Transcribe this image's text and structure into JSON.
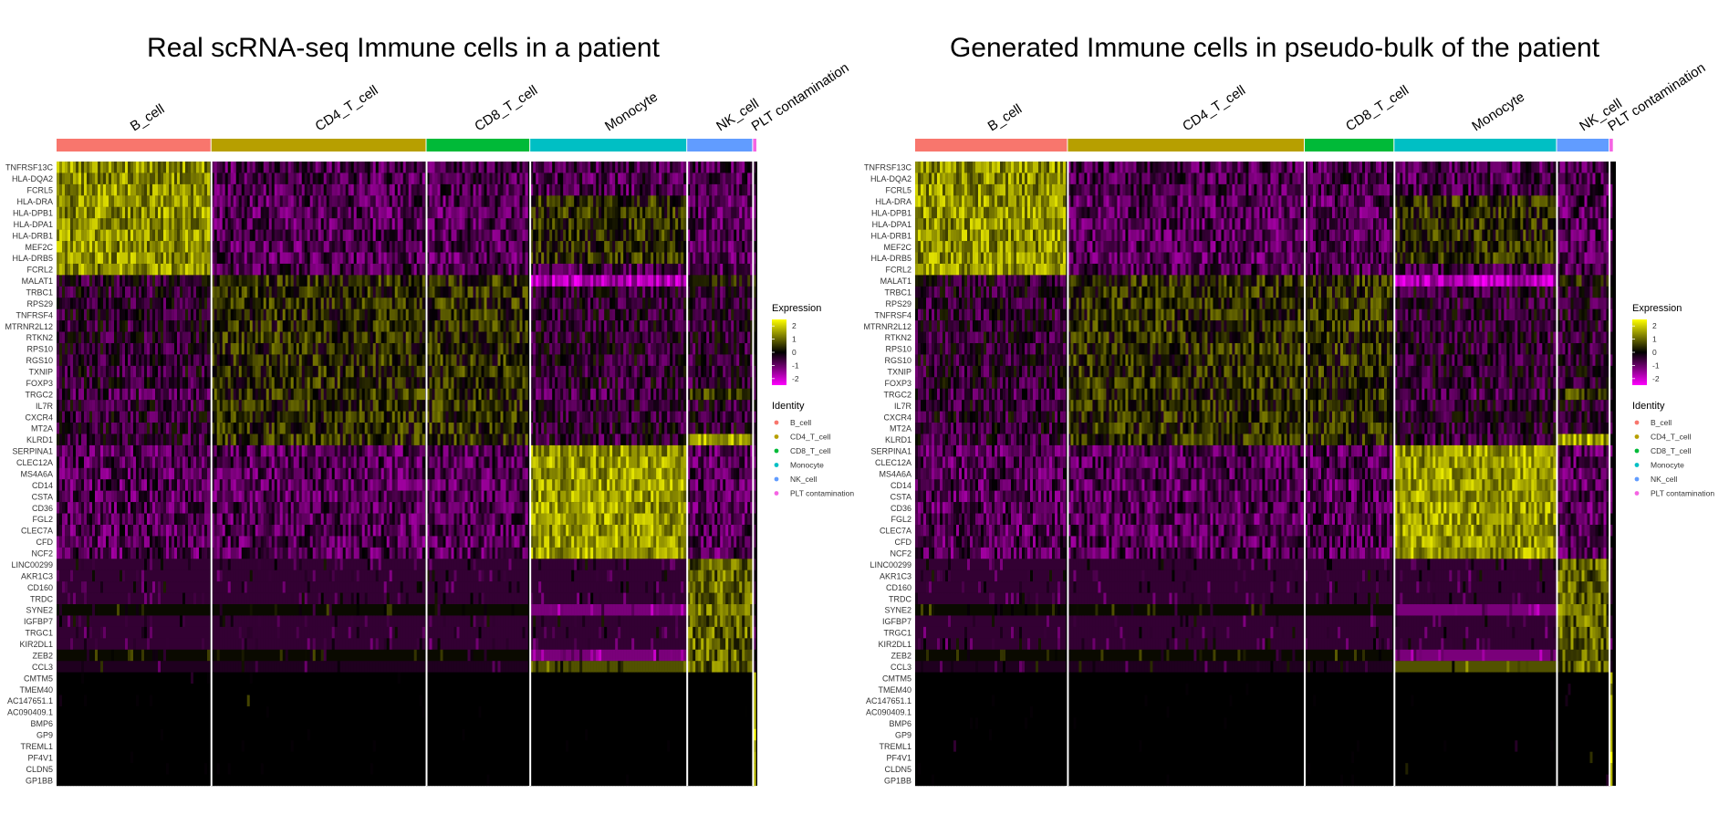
{
  "colors": {
    "low": "#FF00FF",
    "mid": "#000000",
    "high": "#FFFF00",
    "identities": {
      "B_cell": "#F8766D",
      "CD4_T_cell": "#B79F00",
      "CD8_T_cell": "#00BA38",
      "Monocyte": "#00BFC4",
      "NK_cell": "#619CFF",
      "PLT contamination": "#F564E3"
    }
  },
  "chart_data": [
    {
      "type": "heatmap",
      "title": "Real scRNA-seq Immune cells in a patient",
      "identities": [
        "B_cell",
        "CD4_T_cell",
        "CD8_T_cell",
        "Monocyte",
        "NK_cell",
        "PLT contamination"
      ],
      "identity_fractions": [
        0.221,
        0.307,
        0.148,
        0.224,
        0.094,
        0.006
      ],
      "genes": [
        "TNFRSF13C",
        "HLA-DQA2",
        "FCRL5",
        "HLA-DRA",
        "HLA-DPB1",
        "HLA-DPA1",
        "HLA-DRB1",
        "MEF2C",
        "HLA-DRB5",
        "FCRL2",
        "MALAT1",
        "TRBC1",
        "RPS29",
        "TNFRSF4",
        "MTRNR2L12",
        "RTKN2",
        "RPS10",
        "RGS10",
        "TXNIP",
        "FOXP3",
        "TRGC2",
        "IL7R",
        "CXCR4",
        "MT2A",
        "KLRD1",
        "SERPINA1",
        "CLEC12A",
        "MS4A6A",
        "CD14",
        "CSTA",
        "CD36",
        "FGL2",
        "CLEC7A",
        "CFD",
        "NCF2",
        "LINC00299",
        "AKR1C3",
        "CD160",
        "TRDC",
        "SYNE2",
        "IGFBP7",
        "TRGC1",
        "KIR2DL1",
        "ZEB2",
        "CCL3",
        "CMTM5",
        "TMEM40",
        "AC147651.1",
        "AC090409.1",
        "BMP6",
        "GP9",
        "TREML1",
        "PF4V1",
        "CLDN5",
        "GP1BB"
      ],
      "legend": {
        "title": "Expression",
        "ticks": [
          "2",
          "1",
          "0",
          "-1",
          "-2"
        ],
        "range": [
          -2.5,
          2.5
        ],
        "identity_title": "Identity",
        "identity_items": [
          "B_cell",
          "CD4_T_cell",
          "CD8_T_cell",
          "Monocyte",
          "NK_cell",
          "PLT contamination"
        ]
      }
    },
    {
      "type": "heatmap",
      "title": "Generated Immune cells in pseudo-bulk of the patient",
      "identities": [
        "B_cell",
        "CD4_T_cell",
        "CD8_T_cell",
        "Monocyte",
        "NK_cell",
        "PLT contamination"
      ],
      "identity_fractions": [
        0.218,
        0.338,
        0.128,
        0.232,
        0.075,
        0.006
      ],
      "genes": [
        "TNFRSF13C",
        "HLA-DQA2",
        "FCRL5",
        "HLA-DRA",
        "HLA-DPB1",
        "HLA-DPA1",
        "HLA-DRB1",
        "MEF2C",
        "HLA-DRB5",
        "FCRL2",
        "MALAT1",
        "TRBC1",
        "RPS29",
        "TNFRSF4",
        "MTRNR2L12",
        "RTKN2",
        "RPS10",
        "RGS10",
        "TXNIP",
        "FOXP3",
        "TRGC2",
        "IL7R",
        "CXCR4",
        "MT2A",
        "KLRD1",
        "SERPINA1",
        "CLEC12A",
        "MS4A6A",
        "CD14",
        "CSTA",
        "CD36",
        "FGL2",
        "CLEC7A",
        "CFD",
        "NCF2",
        "LINC00299",
        "AKR1C3",
        "CD160",
        "TRDC",
        "SYNE2",
        "IGFBP7",
        "TRGC1",
        "KIR2DL1",
        "ZEB2",
        "CCL3",
        "CMTM5",
        "TMEM40",
        "AC147651.1",
        "AC090409.1",
        "BMP6",
        "GP9",
        "TREML1",
        "PF4V1",
        "CLDN5",
        "GP1BB"
      ],
      "legend": {
        "title": "Expression",
        "ticks": [
          "2",
          "1",
          "0",
          "-1",
          "-2"
        ],
        "range": [
          -2.5,
          2.5
        ],
        "identity_title": "Identity",
        "identity_items": [
          "B_cell",
          "CD4_T_cell",
          "CD8_T_cell",
          "Monocyte",
          "NK_cell",
          "PLT contamination"
        ]
      }
    }
  ]
}
